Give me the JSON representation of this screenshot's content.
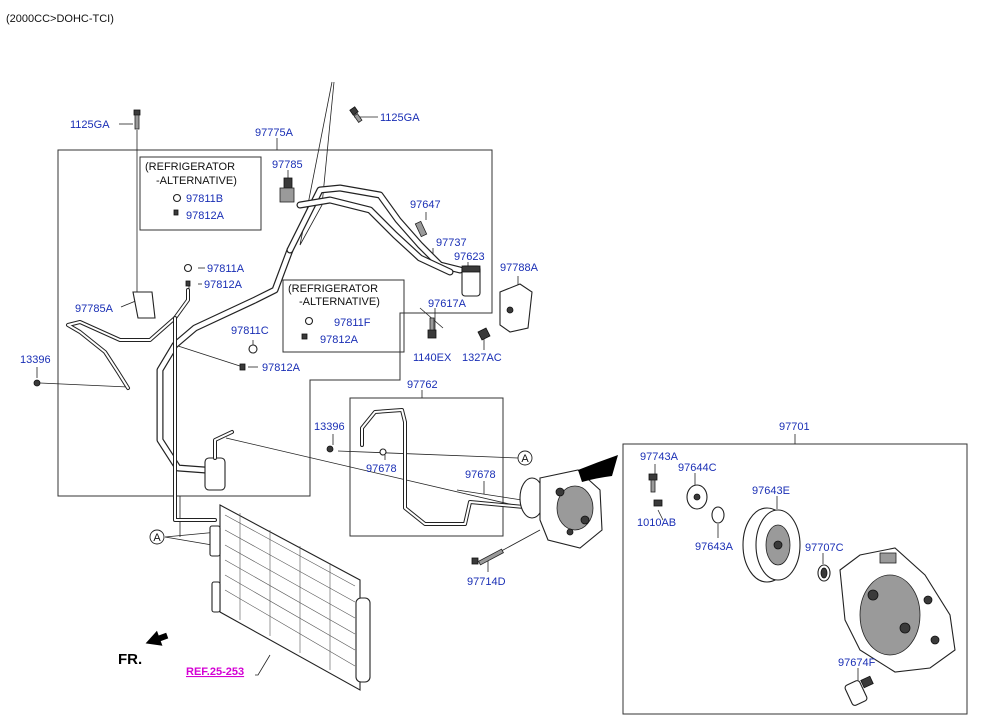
{
  "header": {
    "engine": "(2000CC>DOHC-TCI)"
  },
  "callouts": {
    "c_1125ga_left": "1125GA",
    "c_1125ga_right": "1125GA",
    "c_97775a": "97775A",
    "c_97785": "97785",
    "c_97785a": "97785A",
    "c_97811b": "97811B",
    "c_97812a_box": "97812A",
    "c_97811a": "97811A",
    "c_97812a_mid": "97812A",
    "c_97811c": "97811C",
    "c_97812a_low": "97812A",
    "c_13396_left": "13396",
    "c_97647": "97647",
    "c_97737": "97737",
    "c_97623": "97623",
    "c_97788a": "97788A",
    "c_97617a": "97617A",
    "c_97811f": "97811F",
    "c_97812a_box2": "97812A",
    "c_1140ex": "1140EX",
    "c_1327ac": "1327AC",
    "c_97762": "97762",
    "c_13396_mid": "13396",
    "c_97678_a": "97678",
    "c_97678_b": "97678",
    "c_97714d": "97714D",
    "c_97701": "97701",
    "c_97743a": "97743A",
    "c_97644c": "97644C",
    "c_1010ab": "1010AB",
    "c_97643a": "97643A",
    "c_97643e": "97643E",
    "c_97707c": "97707C",
    "c_97674f": "97674F"
  },
  "notes": {
    "refrig_alt_1_line1": "(REFRIGERATOR",
    "refrig_alt_1_line2": "-ALTERNATIVE)",
    "refrig_alt_2_line1": "(REFRIGERATOR",
    "refrig_alt_2_line2": "-ALTERNATIVE)"
  },
  "markers": {
    "connector_a": "A"
  },
  "reference": {
    "ref_link": "REF.25-253"
  },
  "direction": {
    "front_label": "FR."
  },
  "colors": {
    "callout": "#1a2fb5",
    "reference": "#d400d4",
    "line": "#222222"
  }
}
